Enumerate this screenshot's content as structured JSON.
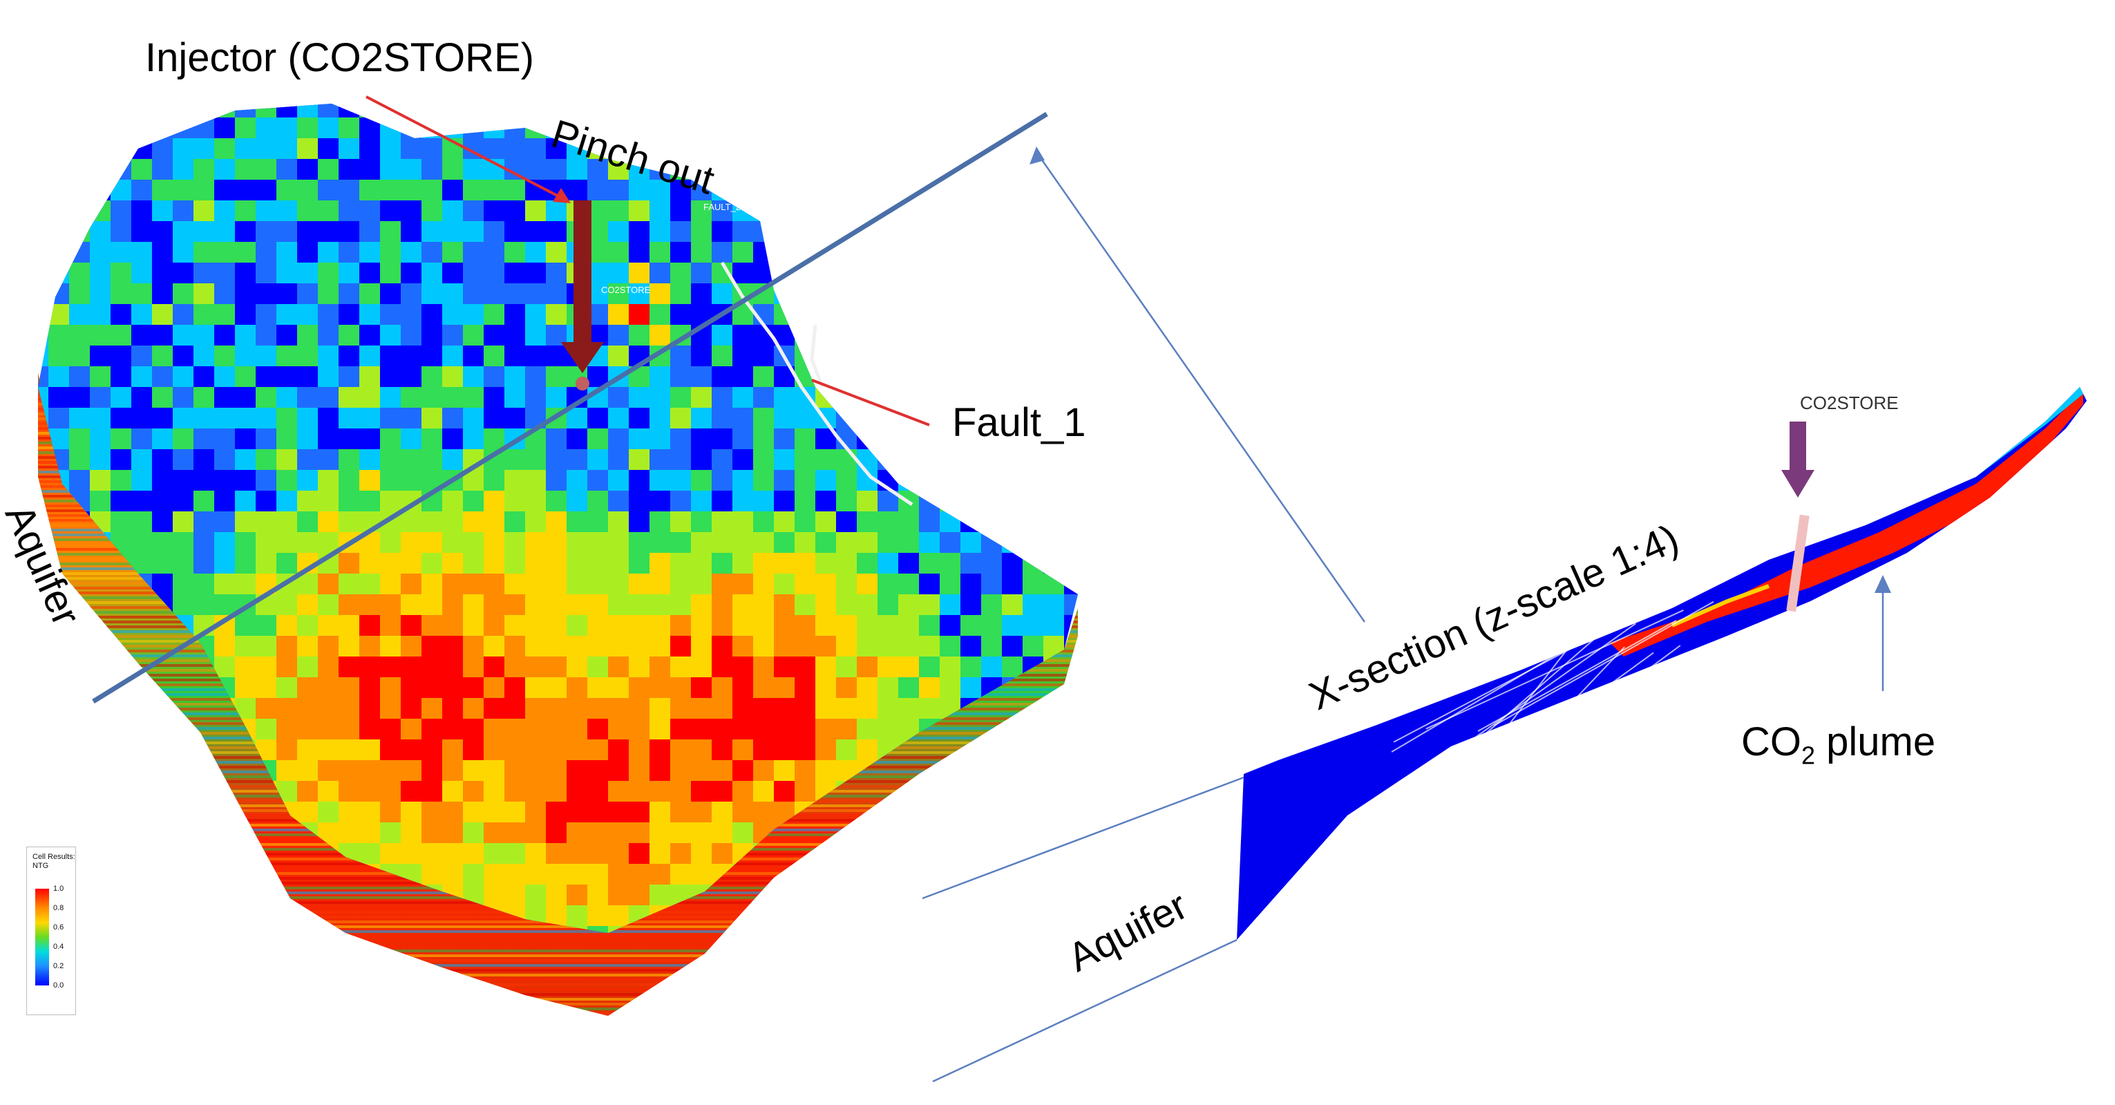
{
  "labels": {
    "injector": "Injector (CO2STORE)",
    "pinch_out": "Pinch out",
    "fault_1": "Fault_1",
    "aquifer_left": "Aquifer",
    "xsection": "X-section (z-scale 1:4)",
    "co2_plume_prefix": "CO",
    "co2_plume_sub": "2",
    "co2_plume_suffix": " plume",
    "aquifer_right": "Aquifer",
    "co2store_right": "CO2STORE"
  },
  "model_labels": {
    "co2store": "CO2STORE",
    "fault_2": "FAULT_2",
    "fault_1": "FAULT_1"
  },
  "legend": {
    "title_line1": "Cell Results:",
    "title_line2": "NTG",
    "ticks": [
      "1.0",
      "0.8",
      "0.6",
      "0.4",
      "0.2",
      "0.0"
    ]
  },
  "colors": {
    "arrow_red": "#e03030",
    "section_line": "#4a6fa8",
    "injector_arrow": "#8b1a1a",
    "co2store_arrow": "#7b3a7b",
    "plume": "#ff1a00",
    "aquifer": "#0000ee"
  }
}
